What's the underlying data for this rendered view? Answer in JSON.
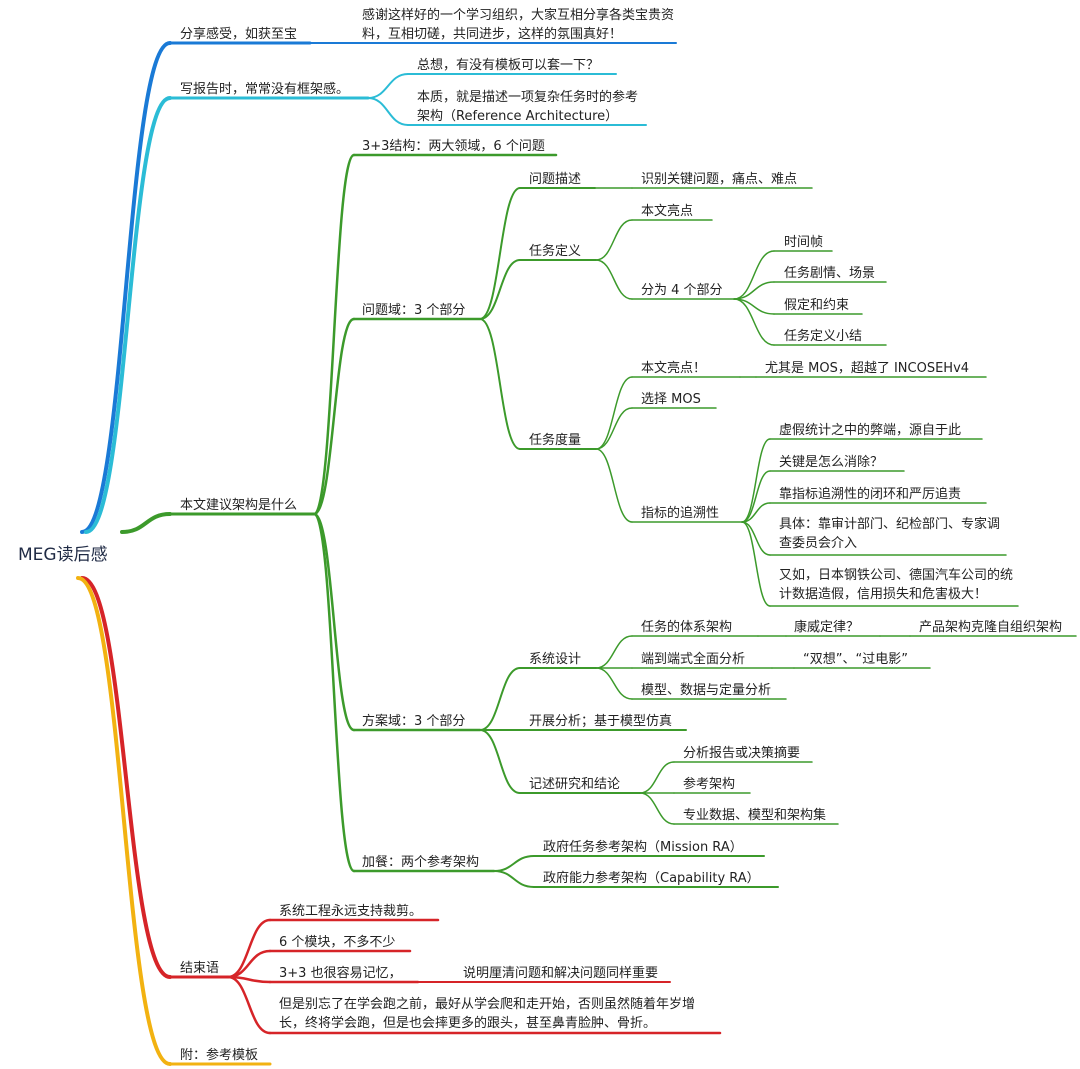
{
  "root": "MEG读后感",
  "colors": {
    "blue": "#1a7ad6",
    "cyan": "#2bbcd6",
    "green": "#3c9a2b",
    "red": "#d62428",
    "yellow": "#f2b211"
  },
  "texts": {
    "share": "分享感受，如获至宝",
    "share_detail": "感谢这样好的一个学习组织，大家互相分享各类宝贵资料，互相切磋，共同进步，这样的氛围真好！",
    "report": "写报告时，常常没有框架感。",
    "report_q": "总想，有没有模板可以套一下？",
    "report_a": "本质，就是描述一项复杂任务时的参考架构（Reference Architecture）",
    "arch": "本文建议架构是什么",
    "structure": "3+3结构：两大领域，6 个问题",
    "problem_domain": "问题域：3 个部分",
    "problem_desc": "问题描述",
    "problem_desc_detail": "识别关键问题，痛点、难点",
    "task_def": "任务定义",
    "highlight": "本文亮点",
    "four_parts": "分为 4 个部分",
    "time_frame": "时间帧",
    "scenario": "任务剧情、场景",
    "assume": "假定和约束",
    "summary": "任务定义小结",
    "task_measure": "任务度量",
    "highlight2": "本文亮点！",
    "mos_note": "尤其是 MOS，超越了 INCOSEHv4",
    "select_mos": "选择 MOS",
    "trace": "指标的追溯性",
    "fake_stats": "虚假统计之中的弊端，源自于此",
    "key_eliminate": "关键是怎么消除？",
    "closed_loop": "靠指标追溯性的闭环和严厉追责",
    "concrete": "具体：靠审计部门、纪检部门、专家调查委员会介入",
    "example": "又如，日本钢铁公司、德国汽车公司的统计数据造假，信用损失和危害极大！",
    "solution_domain": "方案域：3 个部分",
    "system_design": "系统设计",
    "task_arch": "任务的体系架构",
    "conway": "康威定律？",
    "conway_detail": "产品架构克隆自组织架构",
    "e2e": "端到端式全面分析",
    "e2e_detail": "“双想”、“过电影”",
    "model_data": "模型、数据与定量分析",
    "analysis": "开展分析；基于模型仿真",
    "record": "记述研究和结论",
    "report_summary": "分析报告或决策摘要",
    "ref_arch": "参考架构",
    "pro_data": "专业数据、模型和架构集",
    "bonus": "加餐：两个参考架构",
    "mission_ra": "政府任务参考架构（Mission RA）",
    "capability_ra": "政府能力参考架构（Capability RA）",
    "conclusion": "结束语",
    "tailor": "系统工程永远支持裁剪。",
    "six_modules": "6 个模块，不多不少",
    "easy_remember": "3+3 也很容易记忆，",
    "clarify": "说明厘清问题和解决问题同样重要",
    "dont_forget": "但是别忘了在学会跑之前，最好从学会爬和走开始，否则虽然随着年岁增长，终将学会跑，但是也会摔更多的跟头，甚至鼻青脸肿、骨折。",
    "appendix": "附：参考模板"
  }
}
